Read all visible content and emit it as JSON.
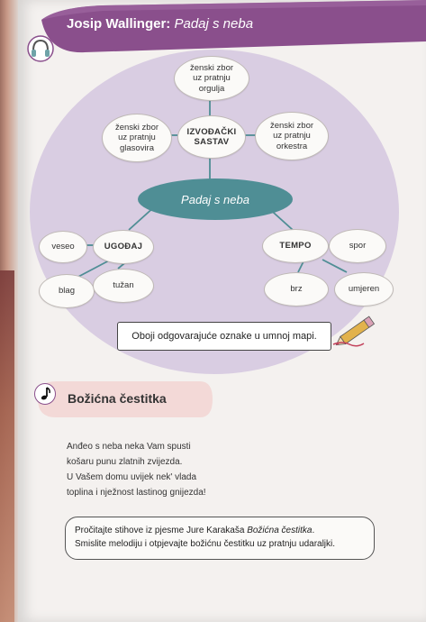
{
  "header": {
    "composer": "Josip Wallinger:",
    "song": "Padaj s neba"
  },
  "mindmap": {
    "center": "Padaj s neba",
    "performers_label": "IZVOĐAČKI\nSASTAV",
    "performers": [
      "ženski zbor\nuz pratnju\norgulja",
      "ženski zbor\nuz pratnju\nglasovira",
      "ženski zbor\nuz pratnju\norkestra"
    ],
    "mood_label": "UGOĐAJ",
    "moods": [
      "veseo",
      "blag",
      "tužan"
    ],
    "tempo_label": "TEMPO",
    "tempos": [
      "spor",
      "brz",
      "umjeren"
    ]
  },
  "instruction_mindmap": "Oboji odgovarajuće oznake u umnoj mapi.",
  "section": {
    "title": "Božićna čestitka"
  },
  "poem": [
    "Anđeo s neba neka Vam spusti",
    "košaru punu zlatnih zvijezda.",
    "U Vašem domu uvijek nek' vlada",
    "toplina i nježnost lastinog gnijezda!"
  ],
  "instruction_song": {
    "line1_before": "Pročitajte stihove iz pjesme Jure Karakaša ",
    "line1_title": "Božićna čestitka",
    "line1_after": ".",
    "line2": "Smislite melodiju i otpjevajte božićnu čestitku uz pratnju udaraljki."
  },
  "colors": {
    "header_purple": "#8a4f8c",
    "mindmap_lilac": "#d9cde2",
    "center_teal": "#4f8e95",
    "section_pink": "#f3d9d7"
  }
}
